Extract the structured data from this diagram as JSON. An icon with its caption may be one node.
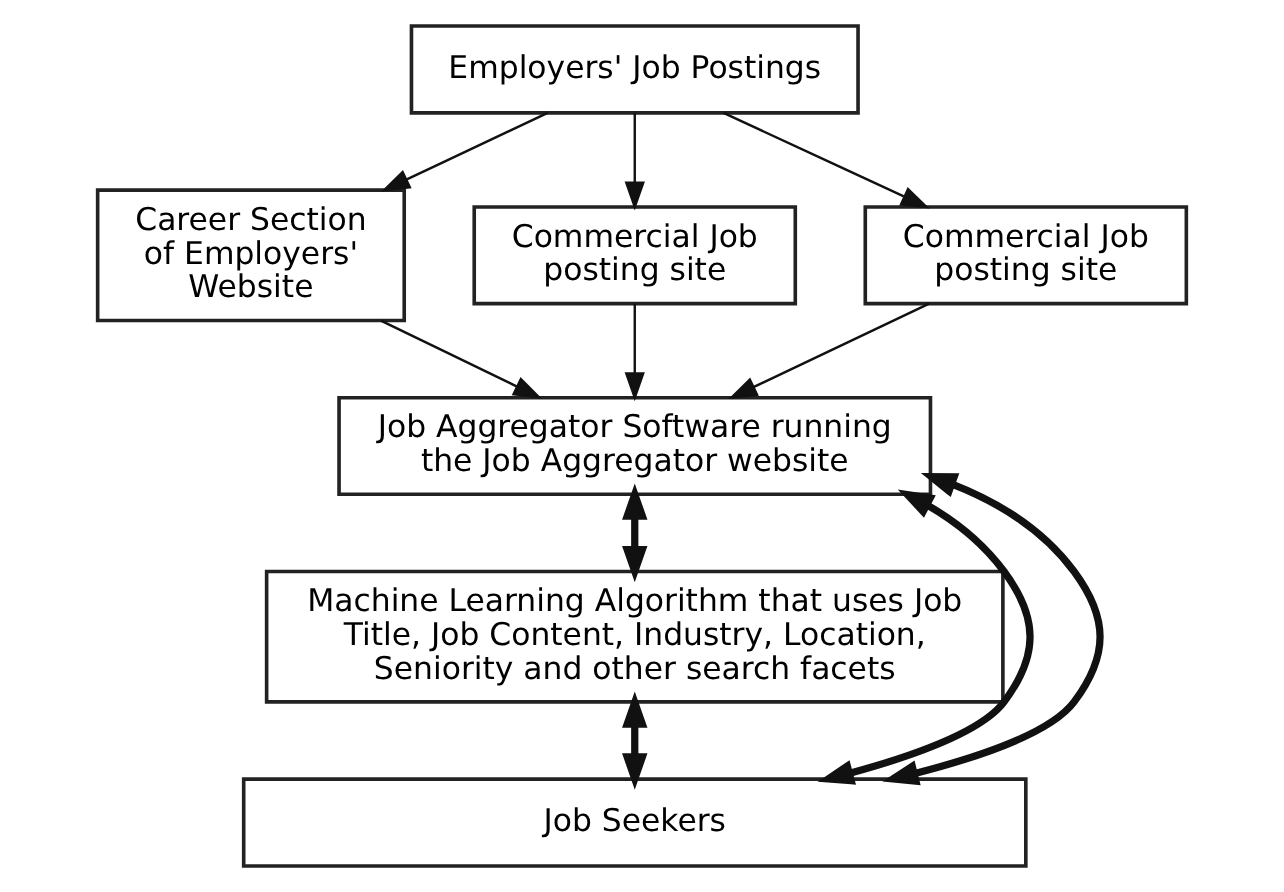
{
  "diagram": {
    "nodes": [
      {
        "text": [
          "Employers' Job Postings"
        ]
      },
      {
        "text": [
          "Career Section of Employers' Website"
        ]
      },
      {
        "text": [
          "Commercial Job posting site"
        ]
      },
      {
        "text": [
          "Commercial Job posting site"
        ]
      },
      {
        "text": [
          "Job Aggregator Software running the Job Aggregator website"
        ]
      },
      {
        "text": [
          "Machine Learning Algorithm that uses Job Title, Job Content, Industry, Location, Seniority and other search facets"
        ]
      },
      {
        "text": [
          "Job Seekers"
        ]
      }
    ],
    "edges": [
      {
        "from": 0,
        "to": 1,
        "arrow": "to"
      },
      {
        "from": 0,
        "to": 2,
        "arrow": "to"
      },
      {
        "from": 0,
        "to": 3,
        "arrow": "to"
      },
      {
        "from": 1,
        "to": 4,
        "arrow": "to"
      },
      {
        "from": 2,
        "to": 4,
        "arrow": "to"
      },
      {
        "from": 3,
        "to": 4,
        "arrow": "to"
      },
      {
        "from": 4,
        "to": 5,
        "arrow": "both",
        "style": "thick"
      },
      {
        "from": 5,
        "to": 6,
        "arrow": "both",
        "style": "thick"
      },
      {
        "from": 4,
        "to": 6,
        "arrow": "both",
        "style": "thick"
      },
      {
        "from": 4,
        "to": 6,
        "arrow": "both",
        "style": "thick"
      }
    ]
  }
}
